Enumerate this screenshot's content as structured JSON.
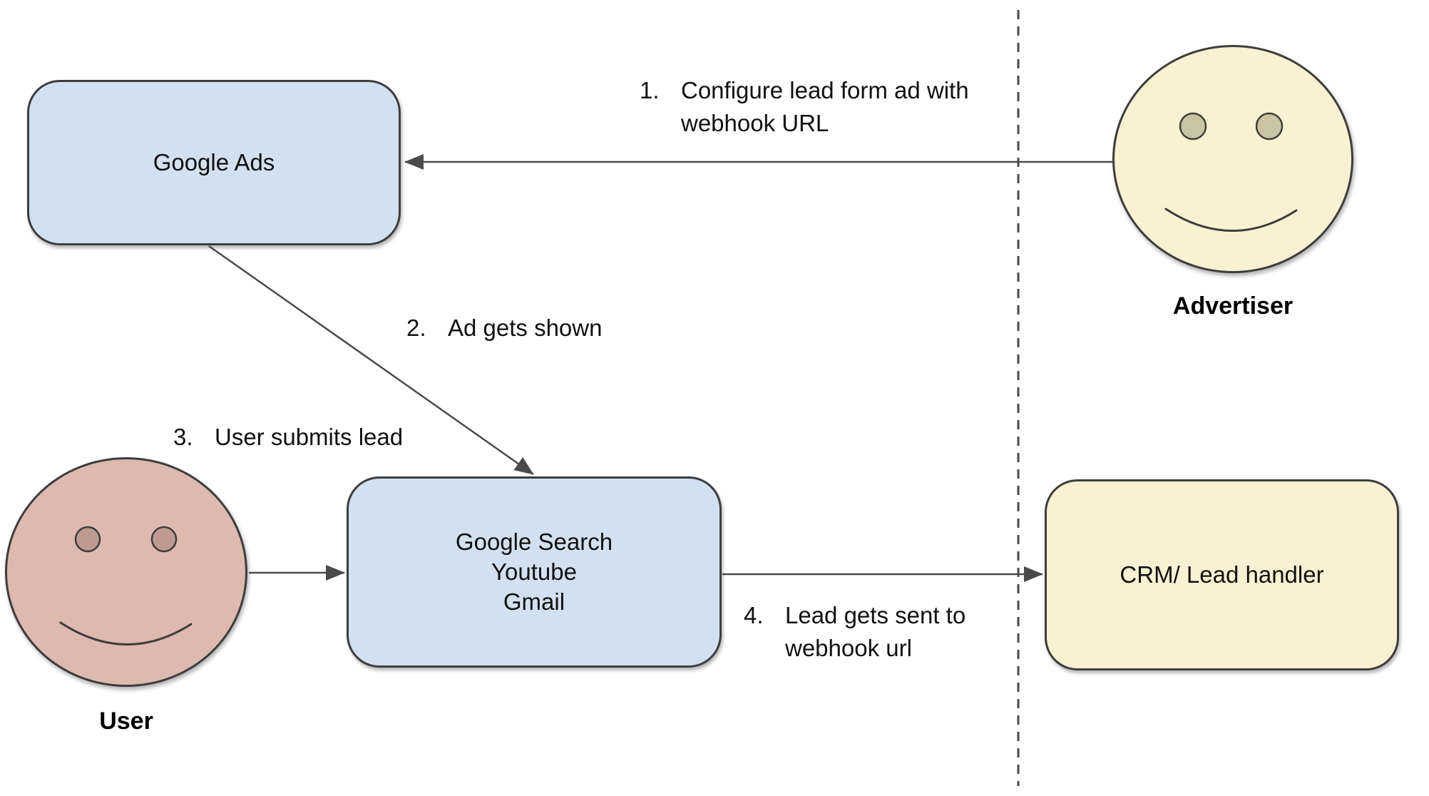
{
  "diagram": {
    "title_semantics": "Google Ads lead form webhook flow",
    "nodes": {
      "google_ads": {
        "label": "Google Ads"
      },
      "channels": {
        "line1": "Google Search",
        "line2": "Youtube",
        "line3": "Gmail"
      },
      "crm": {
        "label": "CRM/ Lead handler"
      }
    },
    "actors": {
      "advertiser": {
        "label": "Advertiser"
      },
      "user": {
        "label": "User"
      }
    },
    "steps": {
      "s1": {
        "num": "1.",
        "line1": "Configure lead form ad with",
        "line2": "webhook URL"
      },
      "s2": {
        "num": "2.",
        "line1": "Ad gets shown"
      },
      "s3": {
        "num": "3.",
        "line1": "User submits lead"
      },
      "s4": {
        "num": "4.",
        "line1": "Lead gets sent to",
        "line2": "webhook url"
      }
    },
    "colors": {
      "node_blue_fill": "#d2e1f1",
      "node_yellow_fill": "#faf1d2",
      "user_face_fill": "#deb9af",
      "user_eye_fill": "#bf9a90",
      "advertiser_face_fill": "#faf1d2",
      "advertiser_eye_fill": "#cbc4a4",
      "line_stroke": "#4a4a4a",
      "shape_border": "#3d3d3d",
      "text": "#111111"
    }
  }
}
